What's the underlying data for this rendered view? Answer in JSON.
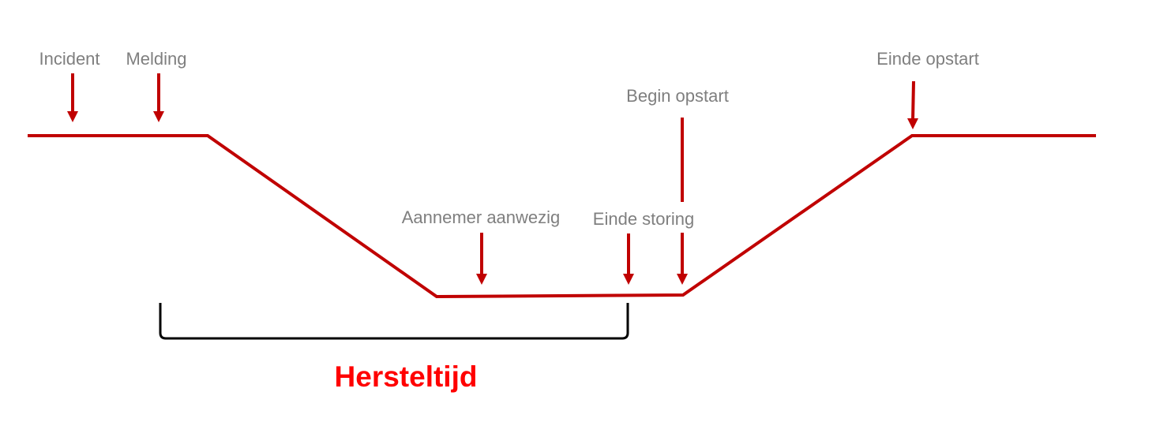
{
  "labels": {
    "incident": "Incident",
    "melding": "Melding",
    "aannemer_aanwezig": "Aannemer aanwezig",
    "einde_storing": "Einde storing",
    "begin_opstart": "Begin opstart",
    "einde_opstart": "Einde opstart"
  },
  "hersteltijd": "Hersteltijd",
  "colors": {
    "line": "#c00000",
    "text": "#7f7f7f",
    "title": "#ff0000",
    "bracket": "#000000"
  }
}
